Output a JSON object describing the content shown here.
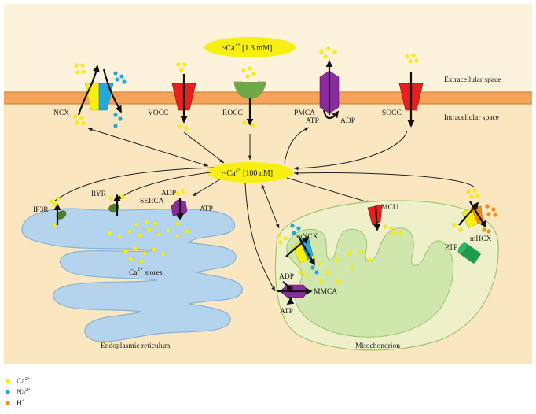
{
  "regions": {
    "extracellular": "Extracellular space",
    "intracellular": "Intracellular space"
  },
  "concentrations": {
    "outside_base": "~Ca",
    "outside_sup": "2+",
    "outside_value": "[1.3 mM]",
    "inside_base": "~Ca",
    "inside_sup": "2+",
    "inside_value": "[100 nM]"
  },
  "membrane_channels": {
    "ncx": "NCX",
    "vocc": "VOCC",
    "rocc": "ROCC",
    "pmca": "PMCA",
    "pmca_atp": "ATP",
    "pmca_adp": "ADP",
    "socc": "SOCC"
  },
  "er": {
    "ip3r": "IP3R",
    "ryr": "RYR",
    "serca": "SERCA",
    "serca_adp": "ADP",
    "serca_atp": "ATP",
    "stores_base": "Ca",
    "stores_sup": "2+",
    "stores_text": " stores",
    "label": "Endoplasmic reticulum"
  },
  "mito": {
    "mcu": "MCU",
    "mncx": "mNCX",
    "mhcx": "mHCX",
    "ptp": "PTP",
    "mmca": "MMCA",
    "adp": "ADP",
    "atp": "ATP",
    "label": "Mitochondrion"
  },
  "legend": [
    {
      "base": "Ca",
      "sup": "2+",
      "color": "#f7ef12"
    },
    {
      "base": "Na",
      "sup": "2+",
      "color": "#25a7dd"
    },
    {
      "base": "H",
      "sup": "+",
      "color": "#f08c1a"
    }
  ],
  "colors": {
    "extracellular": "#fdf3dc",
    "intracellular": "#fae6bf",
    "membrane": "#f5a35a",
    "er": "#b4d4ee",
    "mito_outer": "#eef0c9",
    "mito_inner": "#cfe6ad",
    "calcium": "#f7ef12",
    "sodium": "#25a7dd",
    "proton": "#f08c1a"
  }
}
